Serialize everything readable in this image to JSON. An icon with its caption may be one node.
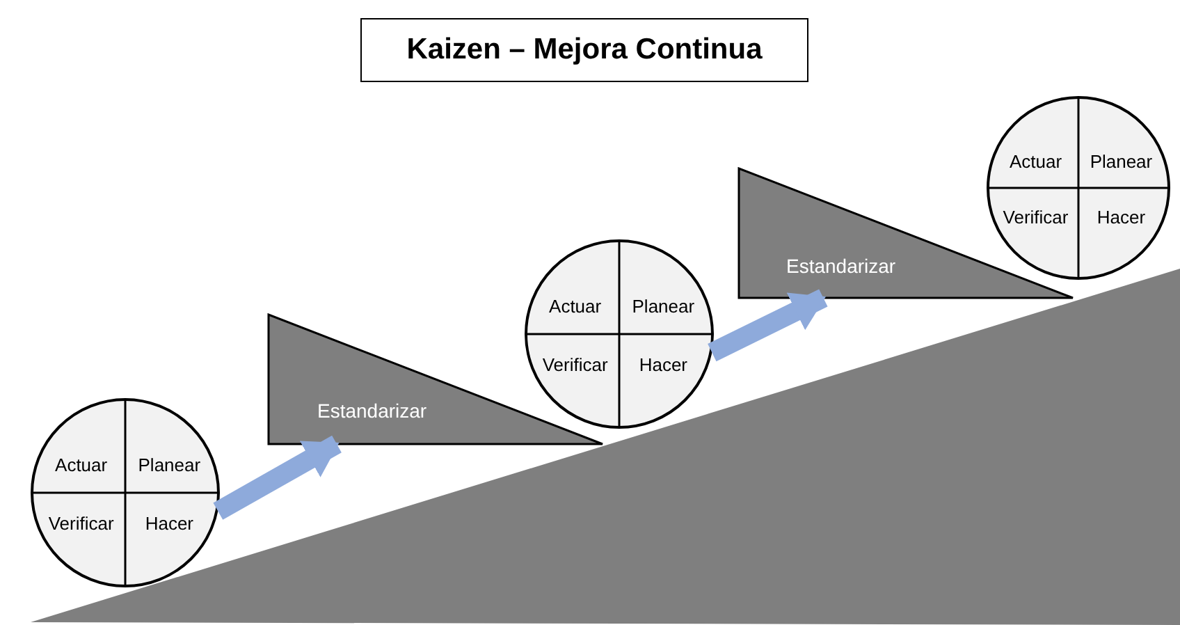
{
  "diagram": {
    "title": "Kaizen – Mejora Continua",
    "nodes": [
      {
        "text": [
          "Actuar",
          "Planear",
          "Verificar",
          "Hacer"
        ]
      },
      {
        "text": [
          "Estandarizar"
        ]
      },
      {
        "text": [
          "Actuar",
          "Planear",
          "Verificar",
          "Hacer"
        ]
      },
      {
        "text": [
          "Estandarizar"
        ]
      },
      {
        "text": [
          "Actuar",
          "Planear",
          "Verificar",
          "Hacer"
        ]
      }
    ],
    "edges": [
      {
        "from": 0,
        "to": 1,
        "arrow": "to"
      },
      {
        "from": 2,
        "to": 3,
        "arrow": "to"
      }
    ]
  }
}
